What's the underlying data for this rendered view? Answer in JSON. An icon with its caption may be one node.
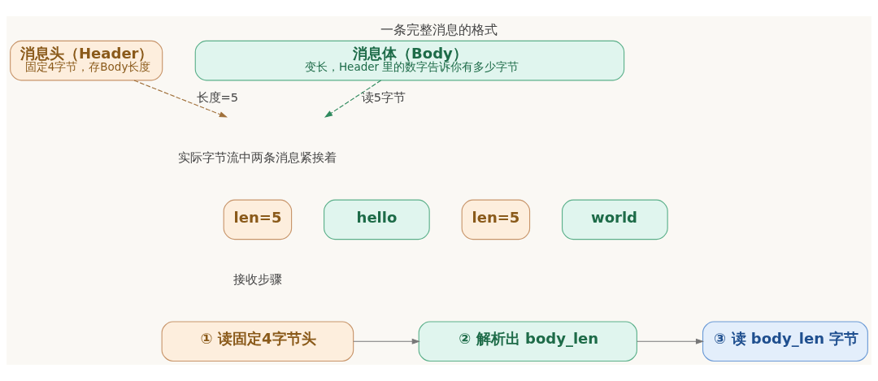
{
  "diagram": {
    "title": "一条完整消息的格式",
    "nodes": [
      {
        "text": [
          "消息头（Header）",
          "固定4字节，存Body长度"
        ]
      },
      {
        "text": [
          "消息体（Body）",
          "变长，Header 里的数字告诉你有多少字节"
        ]
      },
      {
        "text": [
          "len=5"
        ]
      },
      {
        "text": [
          "hello"
        ]
      },
      {
        "text": [
          "len=5"
        ]
      },
      {
        "text": [
          "world"
        ]
      },
      {
        "text": [
          "① 读固定4字节头"
        ]
      },
      {
        "text": [
          "② 解析出 body_len"
        ]
      },
      {
        "text": [
          "③ 读 body_len 字节"
        ]
      }
    ],
    "edges": [
      {
        "from": 0,
        "to": null,
        "arrow": "to",
        "label": "长度=5",
        "style": "dashed",
        "color": "#a0703a"
      },
      {
        "from": 1,
        "to": null,
        "arrow": "to",
        "label": "读5字节",
        "style": "dashed",
        "color": "#2f8a5e"
      },
      {
        "from": 6,
        "to": 7,
        "arrow": "to"
      },
      {
        "from": 7,
        "to": 8,
        "arrow": "to"
      }
    ],
    "labels": [
      "实际字节流中两条消息紧挨着",
      "接收步骤"
    ]
  }
}
